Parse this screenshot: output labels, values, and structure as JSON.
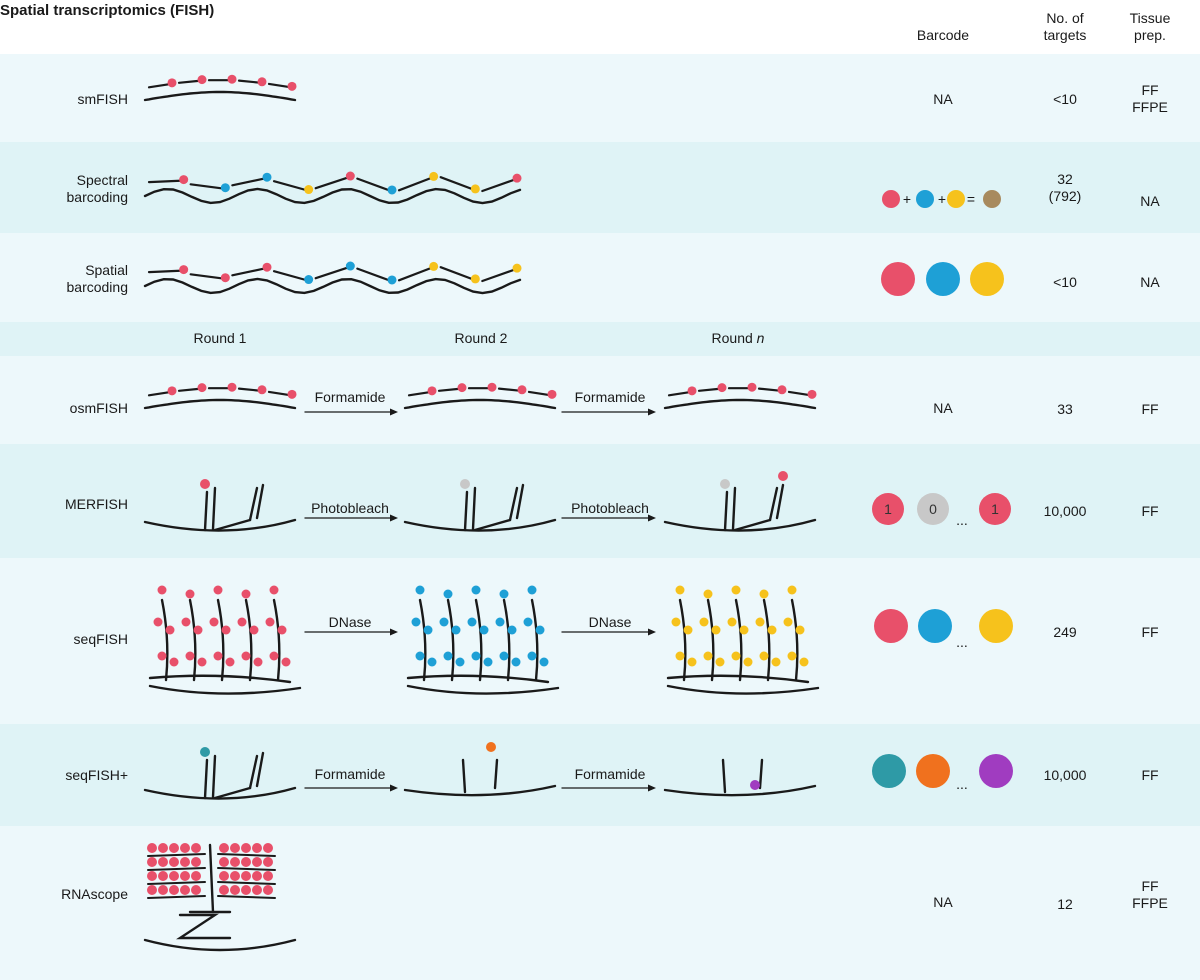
{
  "title": "Spatial transcriptomics (FISH)",
  "headers": {
    "barcode": "Barcode",
    "targets": "No. of\ntargets",
    "tissue": "Tissue\nprep."
  },
  "rounds": {
    "r1": "Round 1",
    "r2": "Round 2",
    "rn_prefix": "Round ",
    "rn_var": "n"
  },
  "rows": {
    "smfish": {
      "label": "smFISH",
      "barcode": "NA",
      "targets": "<10",
      "tissue": "FF\nFFPE"
    },
    "spectral": {
      "label": "Spectral\nbarcoding",
      "targets": "32\n(792)",
      "tissue": "NA"
    },
    "spatial": {
      "label": "Spatial\nbarcoding",
      "targets": "<10",
      "tissue": "NA"
    },
    "osmfish": {
      "label": "osmFISH",
      "step": "Formamide",
      "barcode": "NA",
      "targets": "33",
      "tissue": "FF"
    },
    "merfish": {
      "label": "MERFISH",
      "step": "Photobleach",
      "bits": [
        "1",
        "0",
        "1"
      ],
      "ellipsis": "...",
      "targets": "10,000",
      "tissue": "FF"
    },
    "seqfish": {
      "label": "seqFISH",
      "step": "DNase",
      "ellipsis": "...",
      "targets": "249",
      "tissue": "FF"
    },
    "seqfishplus": {
      "label": "seqFISH+",
      "step": "Formamide",
      "ellipsis": "...",
      "targets": "10,000",
      "tissue": "FF"
    },
    "rnascope": {
      "label": "RNAscope",
      "barcode": "NA",
      "targets": "12",
      "tissue": "FF\nFFPE"
    }
  },
  "spectral_ops": {
    "plus": "+",
    "equals": "="
  },
  "colors": {
    "red": "#e8506a",
    "blue": "#1ea0d6",
    "yellow": "#f6c21c",
    "gray": "#c8c8c8",
    "brown": "#a88a5e",
    "teal": "#2e9aa6",
    "orange": "#f0711e",
    "purple": "#a03cc0"
  }
}
